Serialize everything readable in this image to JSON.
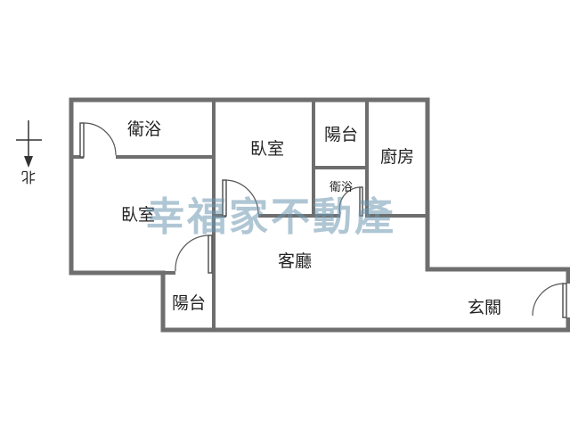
{
  "floorplan": {
    "rooms": {
      "bath_main": "衛浴",
      "bedroom_left": "臥室",
      "bedroom_mid": "臥室",
      "balcony_top": "陽台",
      "bath_small": "衛浴",
      "kitchen": "廚房",
      "living": "客廳",
      "entrance": "玄關",
      "balcony_bottom": "陽台"
    },
    "compass": {
      "label": "北"
    },
    "watermark": "幸福家不動產"
  },
  "colors": {
    "wall": "#6e6e6e",
    "watermark": "#6d97b1",
    "background": "#ffffff"
  }
}
